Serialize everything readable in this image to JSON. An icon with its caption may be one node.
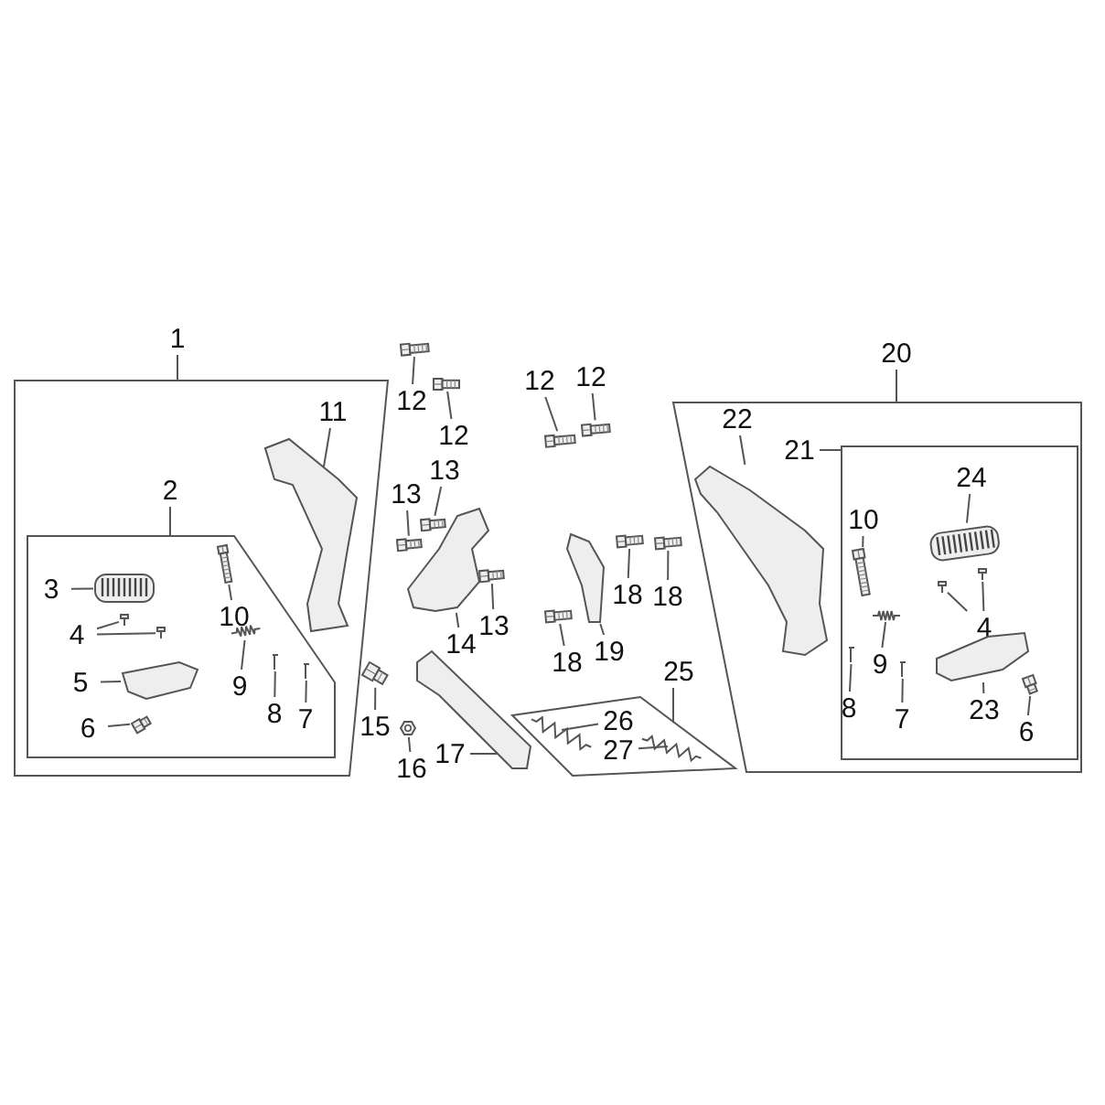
{
  "diagram": {
    "nodes": [
      {
        "text": [
          "1"
        ]
      },
      {
        "text": [
          "2"
        ],
        "in": 0
      },
      {
        "text": [
          "3"
        ],
        "in": 1
      },
      {
        "text": [
          "4"
        ],
        "in": 1
      },
      {
        "text": [
          "5"
        ],
        "in": 1
      },
      {
        "text": [
          "6"
        ],
        "in": 1
      },
      {
        "text": [
          "10"
        ],
        "in": 1
      },
      {
        "text": [
          "9"
        ],
        "in": 1
      },
      {
        "text": [
          "8"
        ],
        "in": 1
      },
      {
        "text": [
          "7"
        ],
        "in": 1
      },
      {
        "text": [
          "11"
        ],
        "in": 0
      },
      {
        "text": [
          "12"
        ]
      },
      {
        "text": [
          "12"
        ]
      },
      {
        "text": [
          "12"
        ]
      },
      {
        "text": [
          "12"
        ]
      },
      {
        "text": [
          "13"
        ]
      },
      {
        "text": [
          "13"
        ]
      },
      {
        "text": [
          "13"
        ]
      },
      {
        "text": [
          "14"
        ]
      },
      {
        "text": [
          "18"
        ]
      },
      {
        "text": [
          "18"
        ]
      },
      {
        "text": [
          "18"
        ]
      },
      {
        "text": [
          "19"
        ]
      },
      {
        "text": [
          "15"
        ]
      },
      {
        "text": [
          "16"
        ]
      },
      {
        "text": [
          "17"
        ]
      },
      {
        "text": [
          "25"
        ]
      },
      {
        "text": [
          "26"
        ],
        "in": 26
      },
      {
        "text": [
          "27"
        ],
        "in": 26
      },
      {
        "text": [
          "20"
        ]
      },
      {
        "text": [
          "22"
        ],
        "in": 29
      },
      {
        "text": [
          "21"
        ],
        "in": 29
      },
      {
        "text": [
          "24"
        ],
        "in": 31
      },
      {
        "text": [
          "10"
        ],
        "in": 31
      },
      {
        "text": [
          "4"
        ],
        "in": 31
      },
      {
        "text": [
          "9"
        ],
        "in": 31
      },
      {
        "text": [
          "8"
        ],
        "in": 31
      },
      {
        "text": [
          "7"
        ],
        "in": 31
      },
      {
        "text": [
          "23"
        ],
        "in": 31
      },
      {
        "text": [
          "6"
        ],
        "in": 31
      },
      {
        "text": [],
        "shape": "picture",
        "in": 0
      },
      {
        "text": [],
        "shape": "picture",
        "in": 1
      },
      {
        "text": [],
        "shape": "picture",
        "in": 1
      },
      {
        "text": [],
        "shape": "picture",
        "in": 1
      },
      {
        "text": [],
        "shape": "picture",
        "in": 1
      },
      {
        "text": [],
        "shape": "picture",
        "in": 1
      },
      {
        "text": [],
        "shape": "picture",
        "in": 1
      },
      {
        "text": [],
        "shape": "picture",
        "in": 1
      },
      {
        "text": [],
        "shape": "picture",
        "in": 1
      },
      {
        "text": [],
        "shape": "picture",
        "in": 1
      },
      {
        "text": [],
        "shape": "picture"
      },
      {
        "text": [],
        "shape": "picture"
      },
      {
        "text": [],
        "shape": "picture"
      },
      {
        "text": [],
        "shape": "picture"
      },
      {
        "text": [],
        "shape": "picture"
      },
      {
        "text": [],
        "shape": "picture"
      },
      {
        "text": [],
        "shape": "picture"
      },
      {
        "text": [],
        "shape": "picture"
      },
      {
        "text": [],
        "shape": "picture"
      },
      {
        "text": [],
        "shape": "picture"
      },
      {
        "text": [],
        "shape": "picture"
      },
      {
        "text": [],
        "shape": "picture"
      },
      {
        "text": [],
        "shape": "picture"
      },
      {
        "text": [],
        "shape": "picture"
      },
      {
        "text": [],
        "shape": "picture"
      },
      {
        "text": [],
        "shape": "picture",
        "in": 26
      },
      {
        "text": [],
        "shape": "picture",
        "in": 26
      },
      {
        "text": [],
        "shape": "picture",
        "in": 29
      },
      {
        "text": [],
        "shape": "picture",
        "in": 31
      },
      {
        "text": [],
        "shape": "picture",
        "in": 31
      },
      {
        "text": [],
        "shape": "picture",
        "in": 31
      },
      {
        "text": [],
        "shape": "picture",
        "in": 31
      },
      {
        "text": [],
        "shape": "picture",
        "in": 31
      },
      {
        "text": [],
        "shape": "picture",
        "in": 31
      },
      {
        "text": [],
        "shape": "picture",
        "in": 31
      },
      {
        "text": [],
        "shape": "picture",
        "in": 31
      },
      {
        "text": [],
        "shape": "picture",
        "in": 31
      }
    ],
    "edges": [
      {
        "from": 2,
        "to": 41,
        "arrow": "none"
      },
      {
        "from": 3,
        "to": 42,
        "arrow": "none"
      },
      {
        "from": 3,
        "to": 43,
        "arrow": "none"
      },
      {
        "from": 4,
        "to": 44,
        "arrow": "none"
      },
      {
        "from": 5,
        "to": 45,
        "arrow": "none"
      },
      {
        "from": 6,
        "to": 46,
        "arrow": "none"
      },
      {
        "from": 7,
        "to": 47,
        "arrow": "none"
      },
      {
        "from": 8,
        "to": 48,
        "arrow": "none"
      },
      {
        "from": 9,
        "to": 49,
        "arrow": "none"
      },
      {
        "from": 10,
        "to": 40,
        "arrow": "none"
      },
      {
        "from": 11,
        "to": 50,
        "arrow": "none"
      },
      {
        "from": 12,
        "to": 51,
        "arrow": "none"
      },
      {
        "from": 13,
        "to": 52,
        "arrow": "none"
      },
      {
        "from": 14,
        "to": 53,
        "arrow": "none"
      },
      {
        "from": 15,
        "to": 54,
        "arrow": "none"
      },
      {
        "from": 16,
        "to": 55,
        "arrow": "none"
      },
      {
        "from": 17,
        "to": 56,
        "arrow": "none"
      },
      {
        "from": 18,
        "to": 57,
        "arrow": "none"
      },
      {
        "from": 19,
        "to": 58,
        "arrow": "none"
      },
      {
        "from": 20,
        "to": 59,
        "arrow": "none"
      },
      {
        "from": 21,
        "to": 60,
        "arrow": "none"
      },
      {
        "from": 22,
        "to": 61,
        "arrow": "none"
      },
      {
        "from": 23,
        "to": 62,
        "arrow": "none"
      },
      {
        "from": 24,
        "to": 63,
        "arrow": "none"
      },
      {
        "from": 25,
        "to": 64,
        "arrow": "none"
      },
      {
        "from": 27,
        "to": 65,
        "arrow": "none"
      },
      {
        "from": 28,
        "to": 66,
        "arrow": "none"
      },
      {
        "from": 30,
        "to": 67,
        "arrow": "none"
      },
      {
        "from": 32,
        "to": 68,
        "arrow": "none"
      },
      {
        "from": 33,
        "to": 69,
        "arrow": "none"
      },
      {
        "from": 34,
        "to": 70,
        "arrow": "none"
      },
      {
        "from": 34,
        "to": 71,
        "arrow": "none"
      },
      {
        "from": 35,
        "to": 72,
        "arrow": "none"
      },
      {
        "from": 36,
        "to": 73,
        "arrow": "none"
      },
      {
        "from": 37,
        "to": 74,
        "arrow": "none"
      },
      {
        "from": 38,
        "to": 75,
        "arrow": "none"
      },
      {
        "from": 39,
        "to": 76,
        "arrow": "none"
      }
    ]
  }
}
